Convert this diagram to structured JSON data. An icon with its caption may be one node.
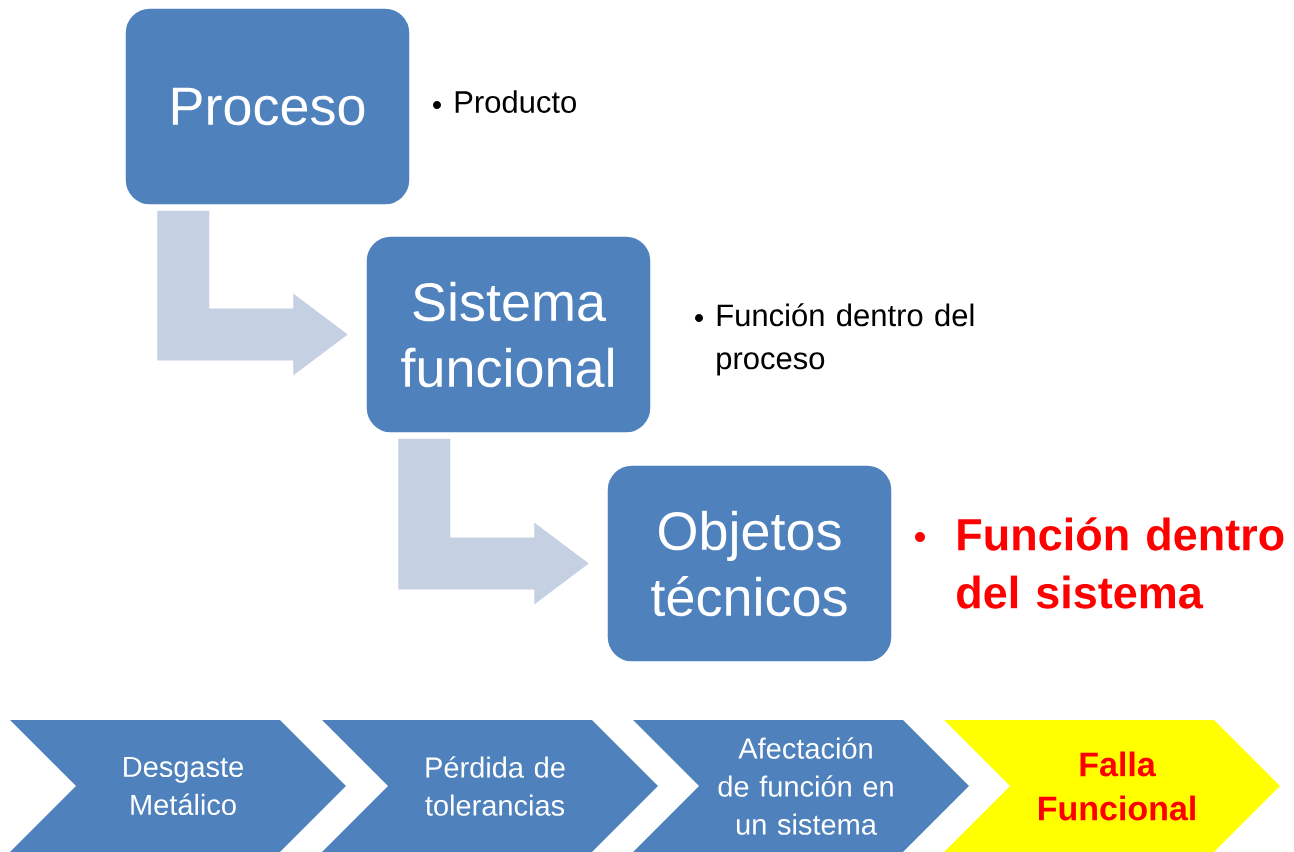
{
  "diagram": {
    "nodes": [
      {
        "text": [
          "Proceso"
        ],
        "beside": [
          "Producto"
        ]
      },
      {
        "text": [
          "Sistema funcional"
        ],
        "beside": [
          "Función dentro del proceso"
        ]
      },
      {
        "text": [
          "Objetos técnicos"
        ],
        "beside": [
          "Función dentro del sistema"
        ]
      },
      {
        "text": [
          "Desgaste Metálico"
        ]
      },
      {
        "text": [
          "Pérdida de tolerancias"
        ]
      },
      {
        "text": [
          "Afectación de función en un sistema"
        ]
      },
      {
        "text": [
          "Falla Funcional"
        ]
      }
    ],
    "edges": [
      {
        "from": 0,
        "to": 1,
        "arrow": "to"
      },
      {
        "from": 1,
        "to": 2,
        "arrow": "to"
      }
    ]
  }
}
